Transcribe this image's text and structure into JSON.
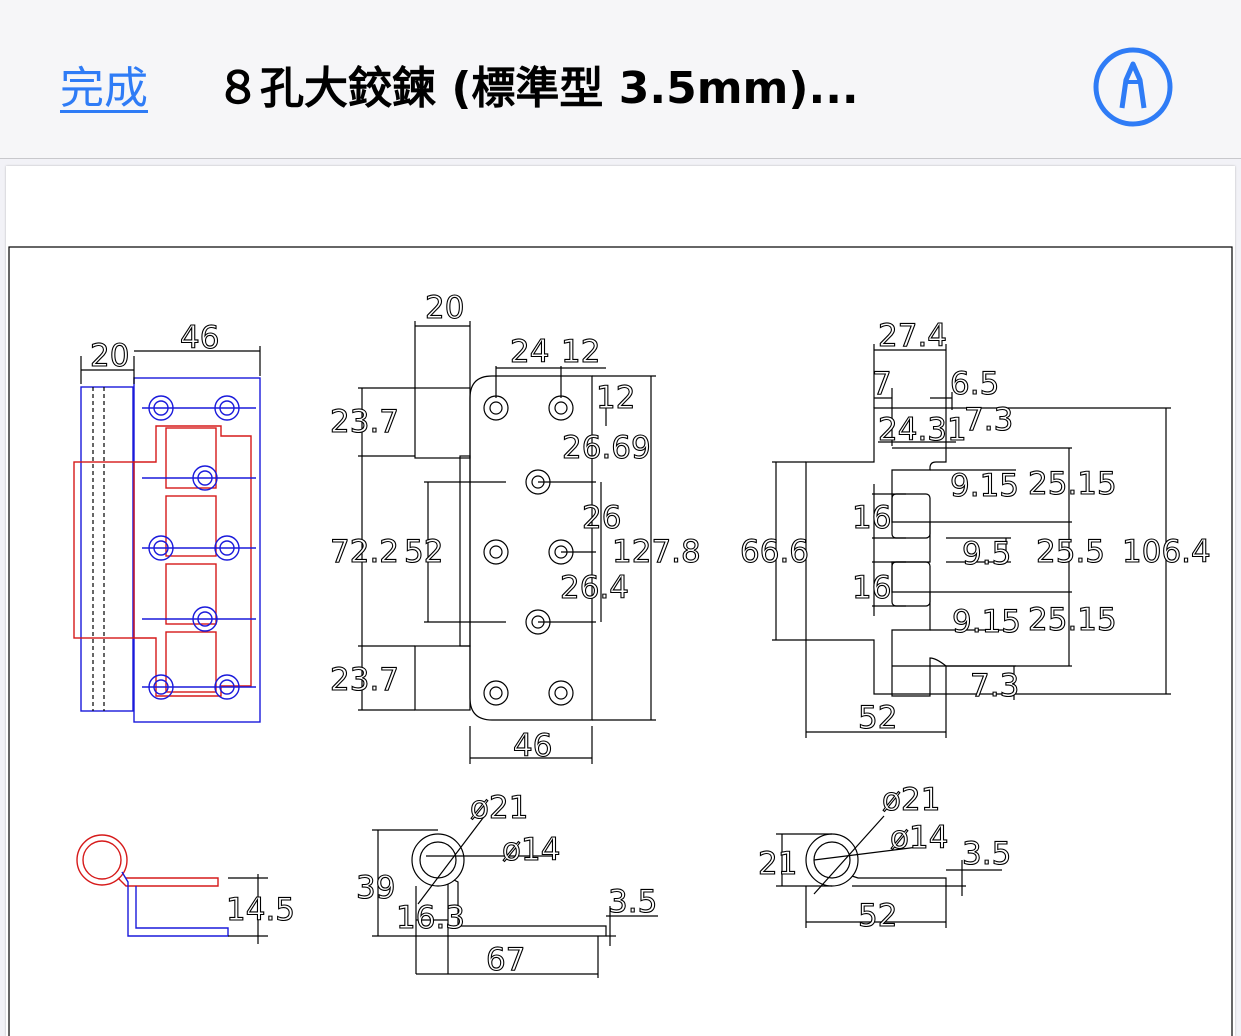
{
  "nav": {
    "done_label": "完成",
    "title": "８孔大鉸鍊 (標準型 3.5mm)...",
    "markup_icon": "markup-pen-icon",
    "accent_color": "#2f7cf6"
  },
  "drawing": {
    "view1": {
      "top_w1": "20",
      "top_w2": "46"
    },
    "view2": {
      "top": "20",
      "h1": "24",
      "h2": "12",
      "d12": "12",
      "d2669": "26.69",
      "d26": "26",
      "d1278": "127.8",
      "d264": "26.4",
      "d237a": "23.7",
      "d722": "72.2",
      "d52": "52",
      "d237b": "23.7",
      "d46": "46"
    },
    "view3": {
      "d274": "27.4",
      "d7": "7",
      "d65": "6.5",
      "d2431": "24.31",
      "d73a": "7.3",
      "d915a": "9.15",
      "d2515a": "25.15",
      "d16a": "16",
      "d95": "9.5",
      "d255": "25.5",
      "d1064": "106.4",
      "d666": "66.6",
      "d16b": "16",
      "d915b": "9.15",
      "d2515b": "25.15",
      "d73b": "7.3",
      "d52": "52"
    },
    "view4": {
      "d145": "14.5"
    },
    "view5": {
      "d21": "ø21",
      "d14": "ø14",
      "d39": "39",
      "d163": "16.3",
      "d35": "3.5",
      "d67": "67"
    },
    "view6": {
      "d21": "ø21",
      "d14": "ø14",
      "d21v": "21",
      "d35": "3.5",
      "d52": "52"
    }
  }
}
